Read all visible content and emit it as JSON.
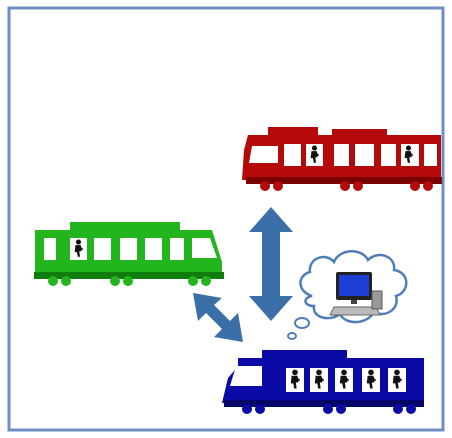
{
  "diagram": {
    "frame_color": "#6f8fc4",
    "arrow_color": "#3a6fa8",
    "cloud_stroke": "#4f7fb8",
    "trains": [
      {
        "id": "red-train",
        "color": "#b50a0a",
        "dark": "#7a0000",
        "passengers": 2
      },
      {
        "id": "green-train",
        "color": "#23b51d",
        "dark": "#0f7d0c",
        "passengers": 1
      },
      {
        "id": "blue-train",
        "color": "#0a0aa6",
        "dark": "#05056a",
        "passengers": 5
      }
    ],
    "icons": [
      "arrow-vertical-icon",
      "arrow-diagonal-icon",
      "thought-cloud-icon",
      "computer-icon",
      "passenger-icon"
    ]
  }
}
